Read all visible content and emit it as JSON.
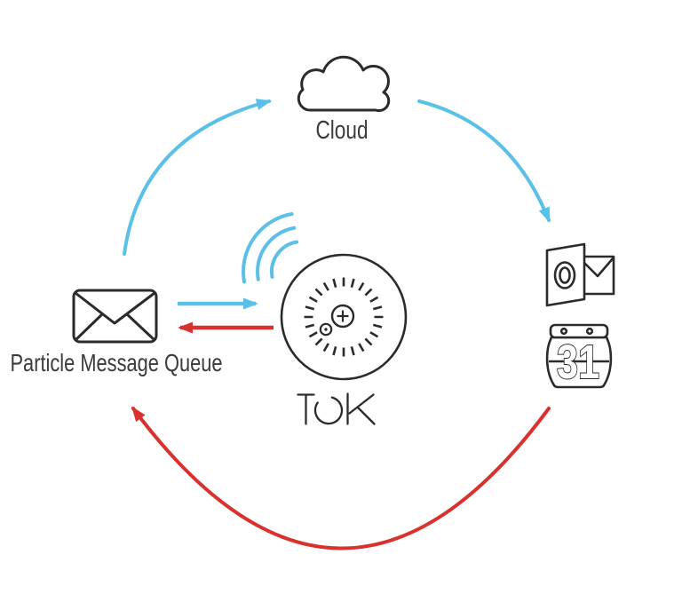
{
  "palette": {
    "arrow_blue": "#5bc0e8",
    "arrow_red": "#d8312e",
    "icon_ink": "#2b2b2b",
    "label_text": "#3b3b3b",
    "background": "#ffffff"
  },
  "nodes": {
    "cloud": {
      "label": "Cloud",
      "icon": "cloud-icon"
    },
    "queue": {
      "label": "Particle Message Queue",
      "icon": "envelope-icon"
    },
    "device": {
      "logo": "TOK",
      "icon": "tok-dial-device-icon",
      "signal": "wifi-signal-icon"
    },
    "outlook": {
      "icon": "outlook-mail-icon"
    },
    "calendar": {
      "icon": "calendar-icon",
      "day": "31"
    }
  },
  "flows": [
    {
      "from": "queue",
      "to": "cloud",
      "color": "#5bc0e8",
      "shape": "arc"
    },
    {
      "from": "cloud",
      "to": "outlook",
      "color": "#5bc0e8",
      "shape": "arc"
    },
    {
      "from": "queue",
      "to": "device",
      "color": "#5bc0e8",
      "shape": "straight"
    },
    {
      "from": "device",
      "to": "queue",
      "color": "#d8312e",
      "shape": "straight"
    },
    {
      "from": "calendar",
      "to": "queue",
      "color": "#d8312e",
      "shape": "arc"
    }
  ]
}
